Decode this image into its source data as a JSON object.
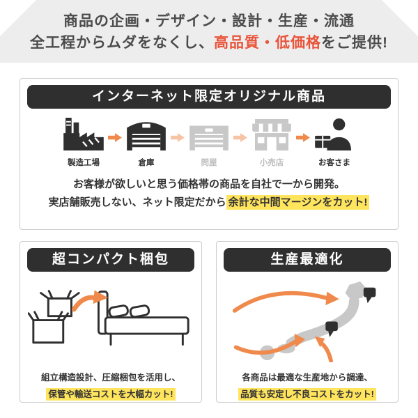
{
  "colors": {
    "accent_red": "#e9543a",
    "accent_orange": "#ef8a4c",
    "highlight_yellow": "#ffe45e",
    "banner_bg": "#ededed",
    "banner_text": "#4b4b4b",
    "dark": "#2f2f2f",
    "muted": "#c8c8c8",
    "border": "#cccccc"
  },
  "header": {
    "line1": "商品の企画・デザイン・設計・生産・流通",
    "line2_prefix": "全工程からムダをなくし、",
    "line2_accent": "高品質・低価格",
    "line2_suffix": "をご提供!"
  },
  "internet_card": {
    "title": "インターネット限定オリジナル商品",
    "flow": [
      {
        "label": "製造工場",
        "active": true
      },
      {
        "label": "倉庫",
        "active": true
      },
      {
        "label": "問屋",
        "active": false
      },
      {
        "label": "小売店",
        "active": false
      },
      {
        "label": "お客さま",
        "active": true
      }
    ],
    "desc_line1": "お客様が欲しいと思う価格帯の商品を自社で一から開発。",
    "desc_line2_prefix": "実店舗販売しない、ネット限定だから",
    "desc_line2_highlight": "余計な中間マージンをカット!"
  },
  "packaging_card": {
    "title": "超コンパクト梱包",
    "desc_line1": "組立構造設計、圧縮梱包を活用し、",
    "desc_line2_highlight": "保管や輸送コストを大幅カット!"
  },
  "production_card": {
    "title": "生産最適化",
    "desc_line1": "各商品は最適な生産地から調達、",
    "desc_line2_highlight": "品質も安定し不良コストをカット!"
  }
}
